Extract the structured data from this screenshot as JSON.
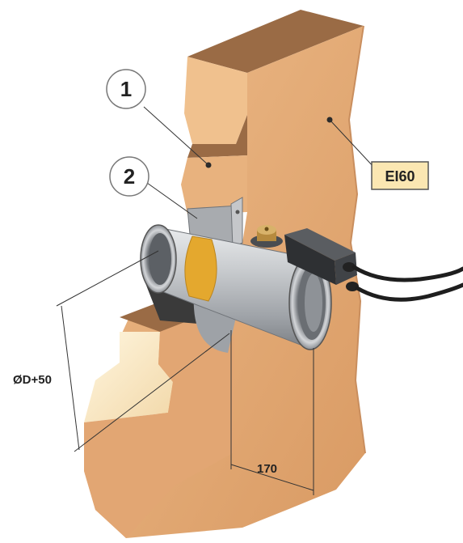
{
  "callouts": [
    {
      "id": "1",
      "label": "1"
    },
    {
      "id": "2",
      "label": "2"
    }
  ],
  "wall_label": "EI60",
  "dimensions": {
    "diameter": "ØD+50",
    "length": "170"
  },
  "colors": {
    "wall_face": "#E8B27E",
    "wall_top": "#9A6B45",
    "wall_side": "#C98E5E",
    "wall_light": "#F7E6C4",
    "duct": "#B9BCC0",
    "duct_dark": "#7E8287",
    "band": "#E4A82E",
    "label_bg": "#FBE7B2",
    "line": "#333333"
  }
}
